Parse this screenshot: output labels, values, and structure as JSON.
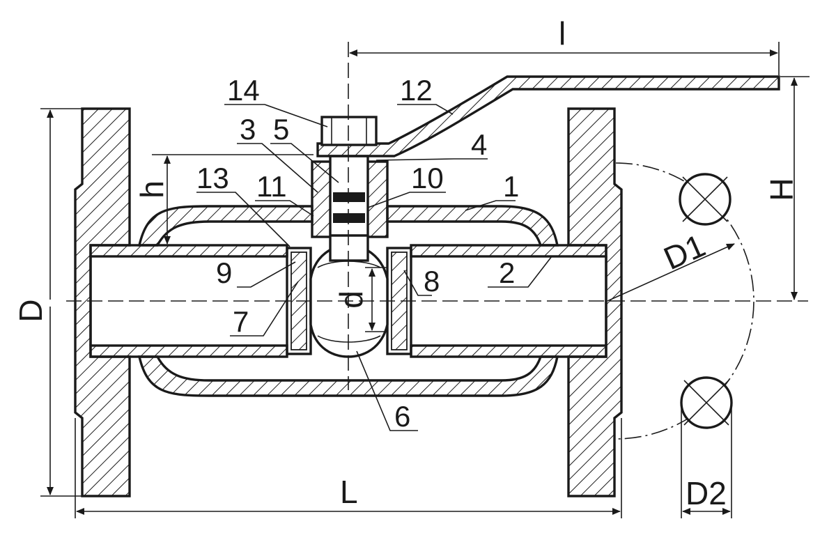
{
  "diagram": {
    "part_numbers": [
      "1",
      "2",
      "3",
      "4",
      "5",
      "6",
      "7",
      "8",
      "9",
      "10",
      "11",
      "12",
      "13",
      "14"
    ],
    "dimensions": {
      "length": "L",
      "flange_diameter": "D",
      "bolt_circle_diameter": "D1",
      "bolt_hole_diameter": "D2",
      "height": "H",
      "handle_length": "l",
      "stem_height": "h",
      "bore": "d"
    },
    "colors": {
      "ink": "#1a1a1a",
      "background": "#ffffff"
    }
  }
}
